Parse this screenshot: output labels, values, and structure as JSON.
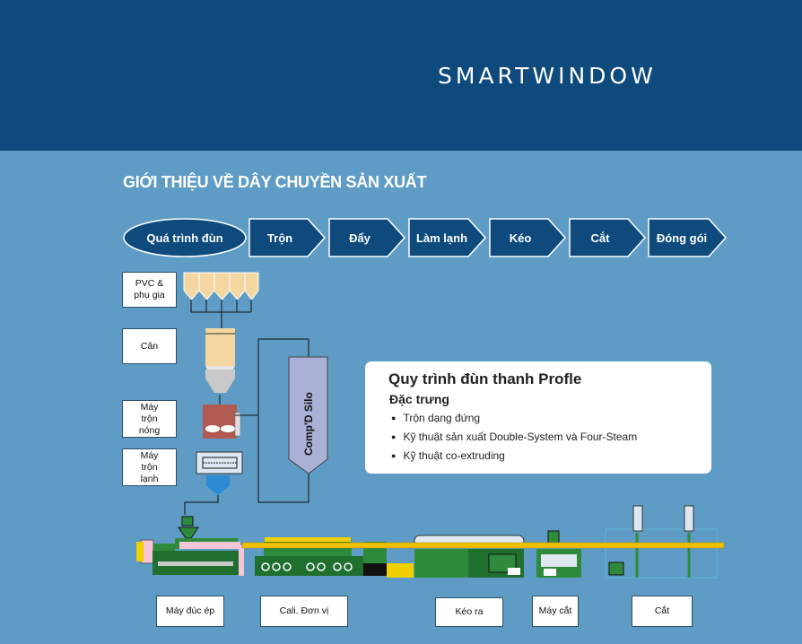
{
  "brand": "SMARTWINDOW",
  "section_title": "GIỚI THIỆU VỀ DÂY CHUYỀN SẢN XUẤT",
  "steps": [
    "Quá trình đùn",
    "Trộn",
    "Đẩy",
    "Làm lạnh",
    "Kéo",
    "Cắt",
    "Đóng gói"
  ],
  "left_labels": {
    "pvc": "PVC & phụ gia",
    "can": "Cân",
    "hot_mixer": "Máy trộn nóng",
    "cold_mixer": "Máy trộn lạnh"
  },
  "silo_label": "Comp'D Silo",
  "info": {
    "title": "Quy trình đùn thanh Profle",
    "subtitle": "Đặc trưng",
    "bullets": [
      "Trộn dạng đứng",
      "Kỹ thuật sản xuất Double-System và Four-Steam",
      "Kỹ thuật co-extruding"
    ]
  },
  "bottom_labels": [
    "Máy đúc ép",
    "Cali. Đơn vị",
    "Kéo ra",
    "Máy cắt",
    "Cắt"
  ],
  "colors": {
    "header": "#0f4a7c",
    "background": "#5f9cc5",
    "step_fill": "#0f4a7c",
    "profile": "#f0c000",
    "machine_green": "#2e8b3c"
  }
}
